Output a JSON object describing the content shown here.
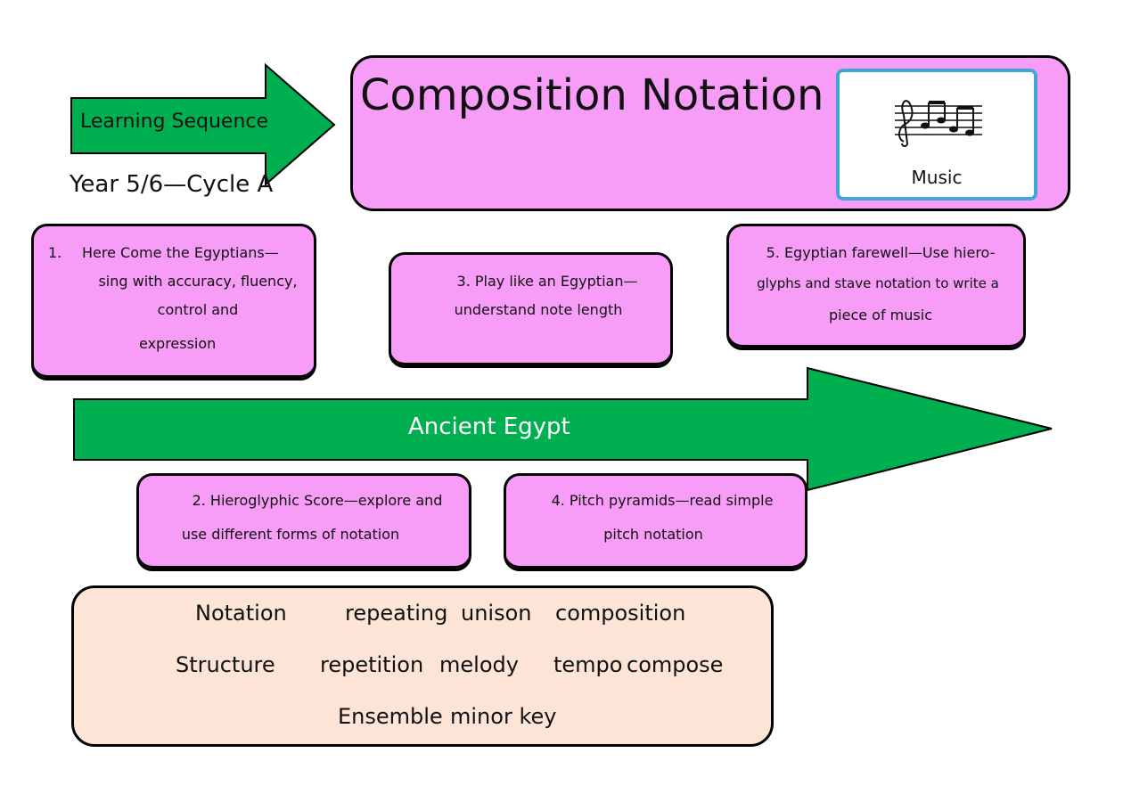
{
  "header": {
    "learning_sequence": "Learning Sequence",
    "year_cycle": "Year 5/6—Cycle A",
    "title": "Composition Notation",
    "subject_label": "Music",
    "subject_icon": "music-notes-icon"
  },
  "lessons": {
    "l1": {
      "num": "1.",
      "line1": "Here Come the Egyptians—",
      "line2": "sing with accuracy, fluency,",
      "line3": "control and",
      "line4": "expression"
    },
    "l2": {
      "line1": "2. Hieroglyphic Score—explore and",
      "line2": "use different forms of notation"
    },
    "l3": {
      "line1": "3. Play like an Egyptian—",
      "line2": "understand note length"
    },
    "l4": {
      "line1": "4. Pitch pyramids—read simple",
      "line2": "pitch notation"
    },
    "l5": {
      "line1": "5. Egyptian farewell—Use hiero-",
      "line2": "glyphs and stave notation to write a",
      "line3": "piece of music"
    }
  },
  "theme": {
    "label": "Ancient Egypt"
  },
  "vocabulary": {
    "w1": "Notation",
    "w2": "repeating",
    "w3": "unison",
    "w4": "composition",
    "w5": "Structure",
    "w6": "repetition",
    "w7": "melody",
    "w8": "tempo",
    "w9": "compose",
    "w10": "Ensemble",
    "w11": "minor key"
  },
  "colors": {
    "arrow_green": "#00b050",
    "box_pink": "#f79cf7",
    "vocab_peach": "#fce4d6",
    "icon_border": "#3fa7d6"
  }
}
